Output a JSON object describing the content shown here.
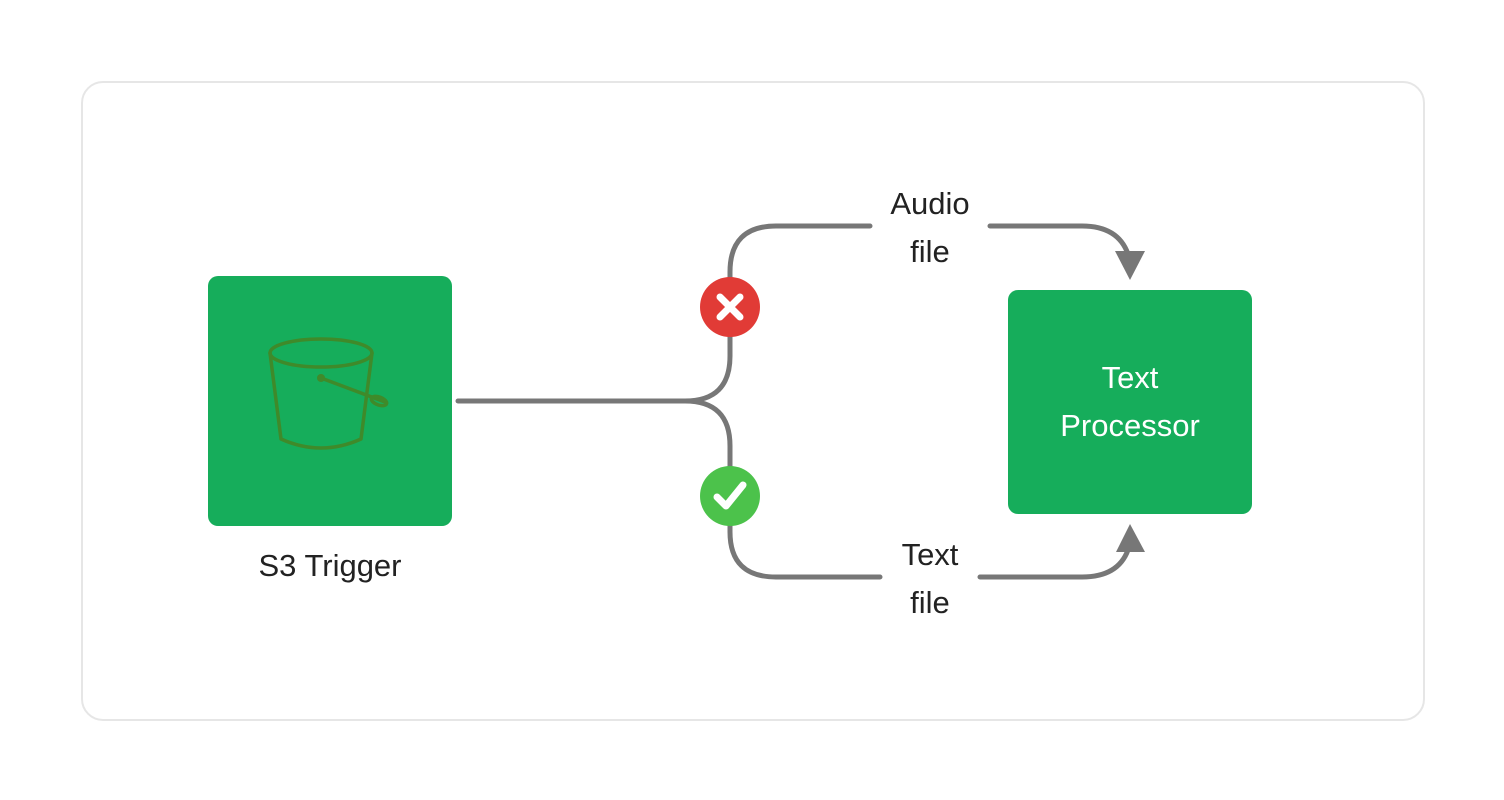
{
  "nodes": {
    "source": {
      "label": "S3 Trigger",
      "icon": "s3-bucket-icon"
    },
    "target": {
      "label_line1": "Text",
      "label_line2": "Processor"
    }
  },
  "edges": {
    "audio": {
      "label_line1": "Audio",
      "label_line2": "file",
      "status": "rejected",
      "status_icon": "x-icon"
    },
    "text": {
      "label_line1": "Text",
      "label_line2": "file",
      "status": "accepted",
      "status_icon": "check-icon"
    }
  },
  "colors": {
    "node_fill": "#16ad5b",
    "icon_stroke": "#3f8a2a",
    "wire": "#777777",
    "reject": "#e13b36",
    "accept": "#4cc24b",
    "card_border": "#e6e6e6"
  }
}
